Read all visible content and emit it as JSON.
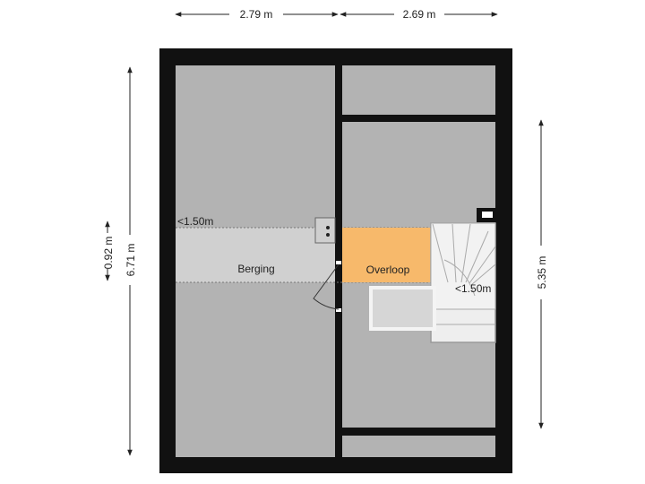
{
  "dimensions": {
    "top_left": "2.79 m",
    "top_right": "2.69 m",
    "left_outer": "6.71 m",
    "left_inner": "0.92 m",
    "right": "5.35 m"
  },
  "rooms": {
    "storage": "Berging",
    "landing": "Overloop"
  },
  "annotations": {
    "low_height_left": "<1.50m",
    "low_height_right": "<1.50m"
  },
  "colors": {
    "wall": "#111111",
    "floor": "#b3b3b3",
    "low_zone": "#d0d0d0",
    "landing": "#f7b96b",
    "stair": "#eeeeee"
  }
}
